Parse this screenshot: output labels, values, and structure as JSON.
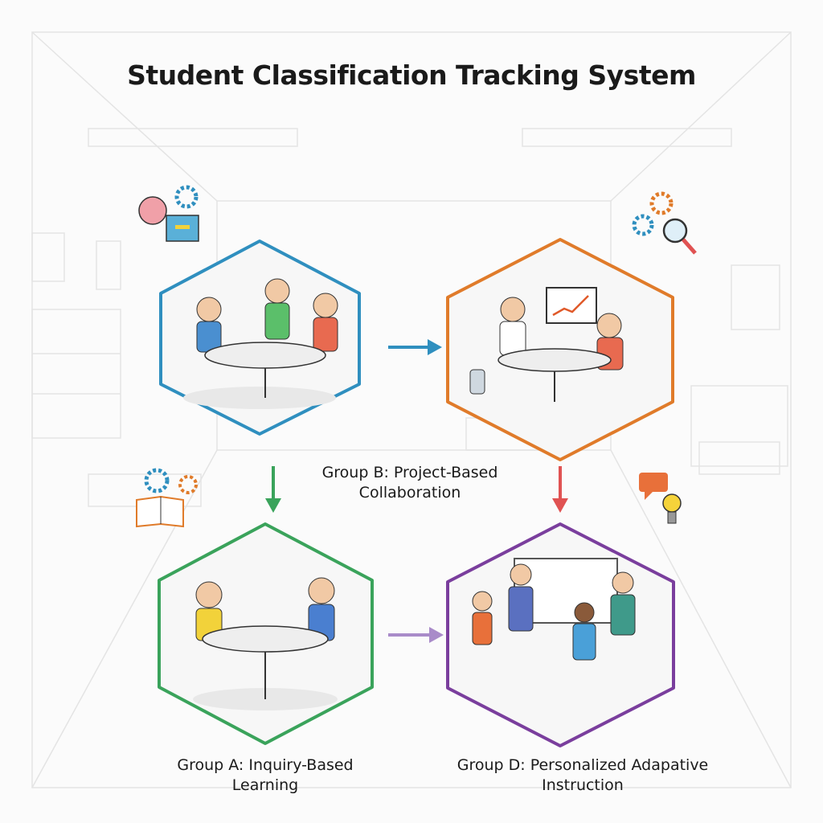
{
  "title": "Student Classification Tracking System",
  "groups": {
    "a": {
      "label": "Group A: Inquiry-Based Learning",
      "color": "#3aa35b"
    },
    "b": {
      "label": "Group B: Project-Based Collaboration",
      "color": "#e07b2a"
    },
    "c": {
      "color": "#2f8fbf"
    },
    "d": {
      "label": "Group D: Personalized Adapative Instruction",
      "color": "#7a3e9d"
    }
  },
  "icons": [
    "brain-gear-certificate-icon",
    "gears-magnifier-icon",
    "book-gear-icon",
    "chat-lightbulb-icon"
  ]
}
